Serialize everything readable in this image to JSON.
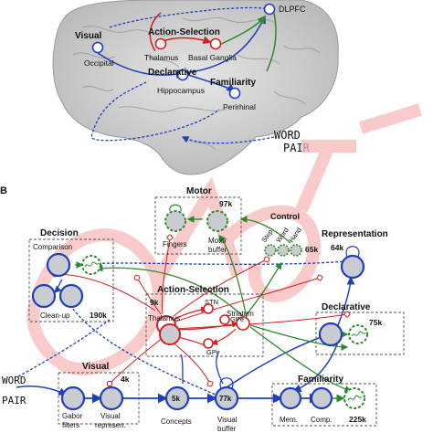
{
  "panel_b_label": "B",
  "top": {
    "regions": {
      "dlpfc": "DLPFC",
      "visual": "Visual",
      "occipital": "Occipital",
      "action_selection": "Action-Selection",
      "thalamus": "Thalamus",
      "basal_ganglia": "Basal Ganglia",
      "declarative": "Declarative",
      "familiarity": "Familiarity",
      "hippocampus": "Hippocampus",
      "perirhinal": "Perirhinal",
      "word": "WORD",
      "pair": "PAIR"
    }
  },
  "bottom": {
    "motor": {
      "title": "Motor",
      "count": "97k",
      "fingers": "Fingers",
      "buffer_1": "Motor",
      "buffer_2": "buffer"
    },
    "control": {
      "title": "Control",
      "step": "Step",
      "word": "Word",
      "hand": "Hand",
      "count": "65k"
    },
    "decision": {
      "title": "Decision",
      "comparison": "Comparison",
      "cleanup": "Clean-up",
      "count": "190k"
    },
    "representation": {
      "title": "Representation",
      "count": "64k"
    },
    "action_selection": {
      "title": "Action-Selection",
      "count": "9k",
      "stn": "STN",
      "gpe": "GPe",
      "striatum": "Striatum",
      "thalamus": "Thalamus",
      "gpi": "GPi"
    },
    "declarative": {
      "title": "Declarative",
      "count": "75k"
    },
    "visual": {
      "title": "Visual",
      "count": "4k",
      "gabor_1": "Gabor",
      "gabor_2": "filters",
      "visrep_1": "Visual",
      "visrep_2": "represen."
    },
    "concepts": {
      "label": "Concepts",
      "count": "5k"
    },
    "visual_buffer": {
      "label_1": "Visual",
      "label_2": "buffer",
      "count": "77k"
    },
    "familiarity": {
      "title": "Familiarity",
      "mem": "Mem.",
      "comp": "Comp.",
      "count": "225k"
    },
    "input": {
      "word": "WORD",
      "pair": "PAIR"
    }
  },
  "colors": {
    "blue": "#1f3fbf",
    "red": "#d42020",
    "green": "#2a8a2a",
    "node_fill": "#c9ccd1",
    "watermark": "#f7b9b9"
  }
}
